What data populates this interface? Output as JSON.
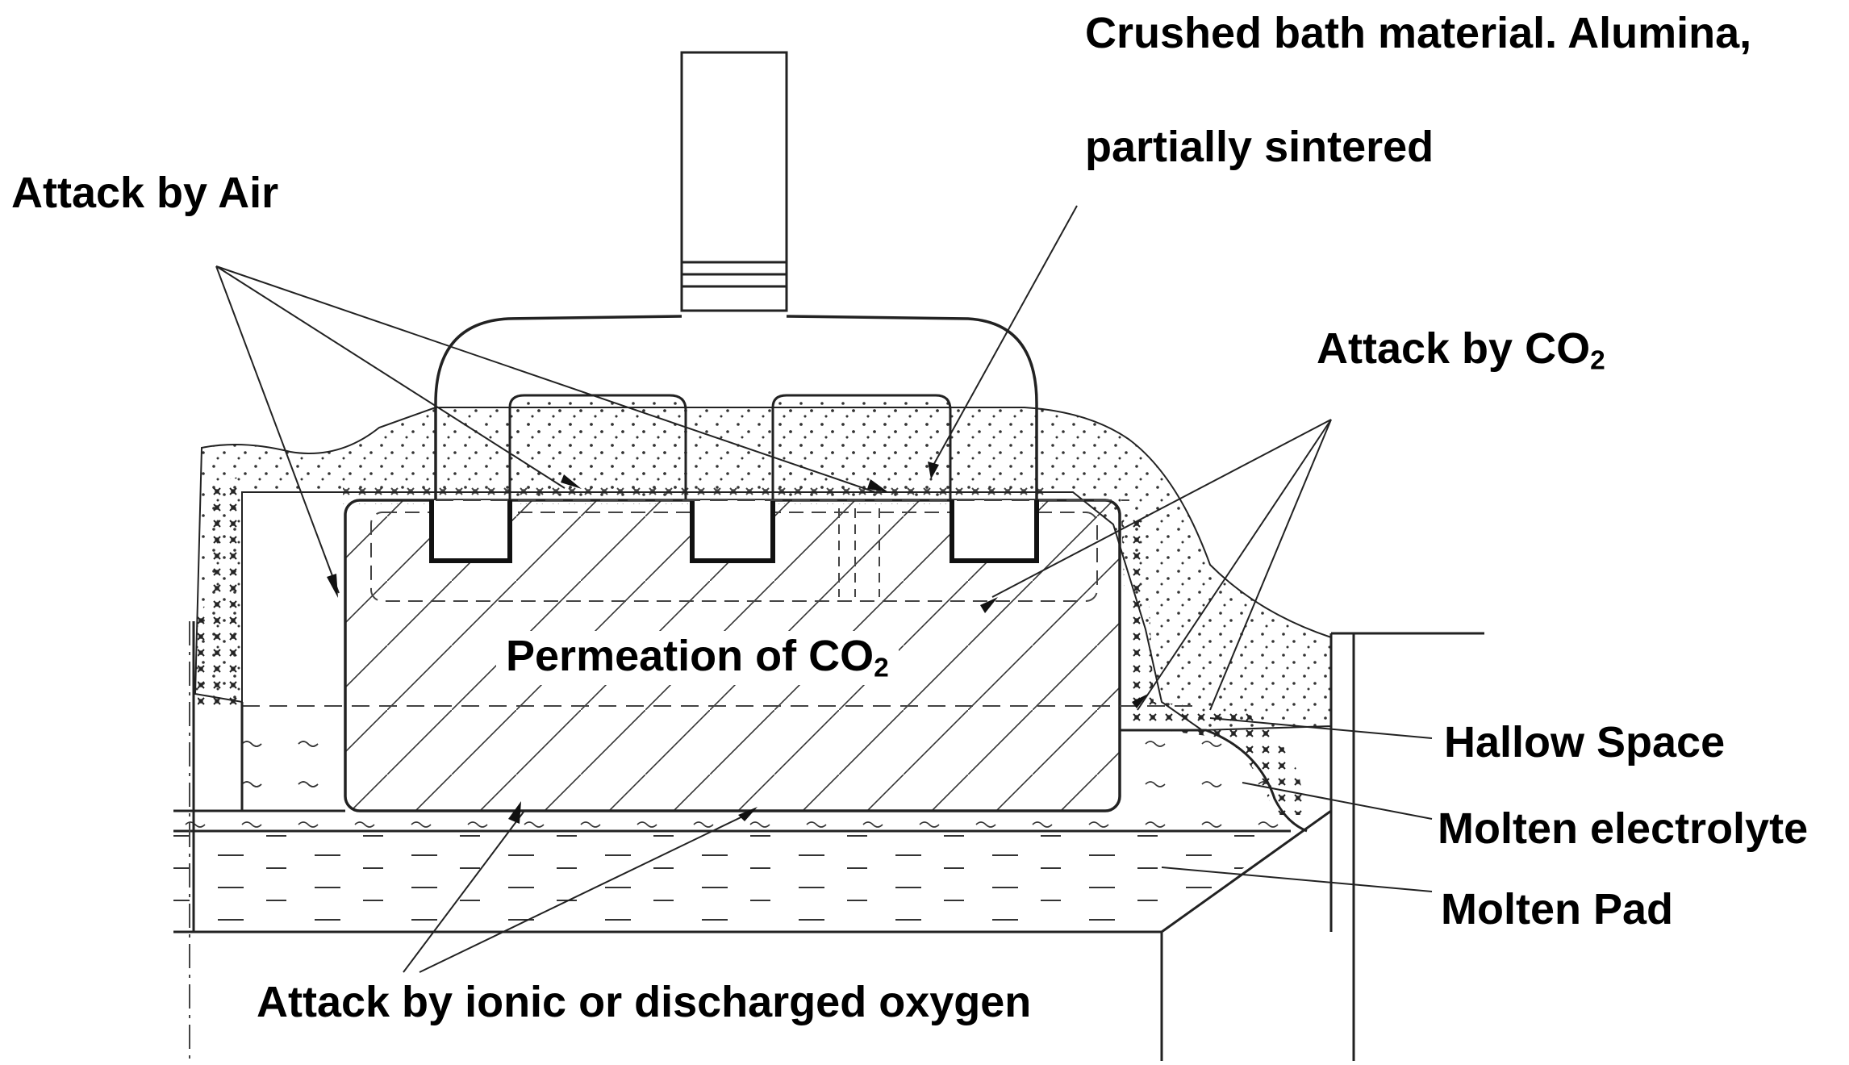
{
  "labels": {
    "attack_by_air": "Attack by Air",
    "crushed_line1": "Crushed bath material. Alumina,",
    "crushed_line2": "partially sintered",
    "attack_by_co2_prefix": "Attack by CO",
    "attack_by_co2_sub": "2",
    "permeation_prefix": "Permeation of CO",
    "permeation_sub": "2",
    "hallow_space": "Hallow Space",
    "molten_electrolyte": "Molten electrolyte",
    "molten_pad": "Molten Pad",
    "attack_ionic": "Attack by ionic or discharged oxygen"
  },
  "colors": {
    "line": "#222222",
    "background": "#ffffff"
  }
}
